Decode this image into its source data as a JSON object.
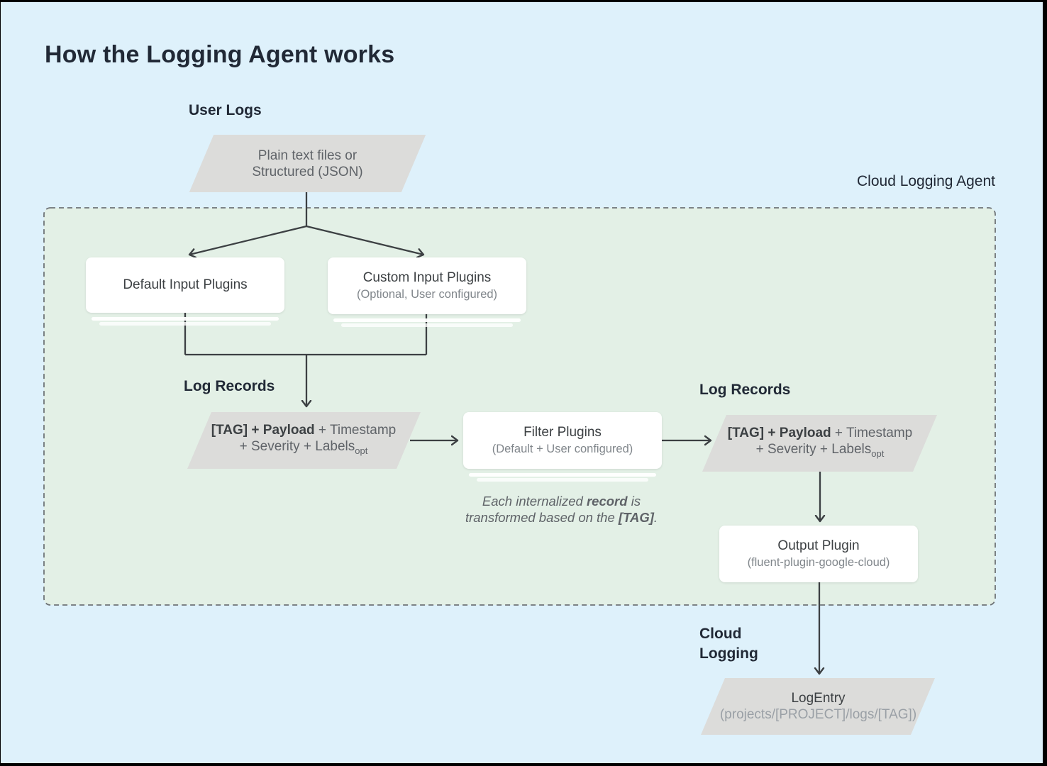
{
  "title": "How the Logging Agent works",
  "labels": {
    "user_logs": "User Logs",
    "cloud_logging_agent": "Cloud Logging Agent",
    "log_records_left": "Log Records",
    "log_records_right": "Log Records",
    "cloud_logging_line1": "Cloud",
    "cloud_logging_line2": "Logging"
  },
  "nodes": {
    "user_logs_source": {
      "line1": "Plain text files or",
      "line2": "Structured (JSON)"
    },
    "default_input_plugins": {
      "title": "Default Input Plugins"
    },
    "custom_input_plugins": {
      "title": "Custom Input Plugins",
      "subtitle": "(Optional, User configured)"
    },
    "log_record_left": {
      "bold": "[TAG] + Payload",
      "rest": " + Timestamp",
      "line2": "+ Severity + Labels",
      "sub": "opt"
    },
    "filter_plugins": {
      "title": "Filter Plugins",
      "subtitle": "(Default + User configured)"
    },
    "filter_note": {
      "part1": "Each internalized ",
      "bold1": "record",
      "part2": " is",
      "part3": "transformed based on the ",
      "bold2": "[TAG]",
      "part4": "."
    },
    "log_record_right": {
      "bold": "[TAG] + Payload",
      "rest": " + Timestamp",
      "line2": "+ Severity + Labels",
      "sub": "opt"
    },
    "output_plugin": {
      "title": "Output Plugin",
      "subtitle": "(fluent-plugin-google-cloud)"
    },
    "log_entry": {
      "title": "LogEntry",
      "subtitle": "(projects/[PROJECT]/logs/[TAG])"
    }
  },
  "colors": {
    "page_bg": "#def1fb",
    "agent_bg": "#e3f0e6",
    "agent_border": "#6e7377",
    "shape_fill": "#dcdcda",
    "card_bg": "#ffffff",
    "line": "#3c4043",
    "heading": "#212936",
    "title_text": "#3c4043",
    "subtitle_text": "#80868b",
    "muted_text": "#5f6368",
    "faint_text": "#9aa0a6"
  }
}
